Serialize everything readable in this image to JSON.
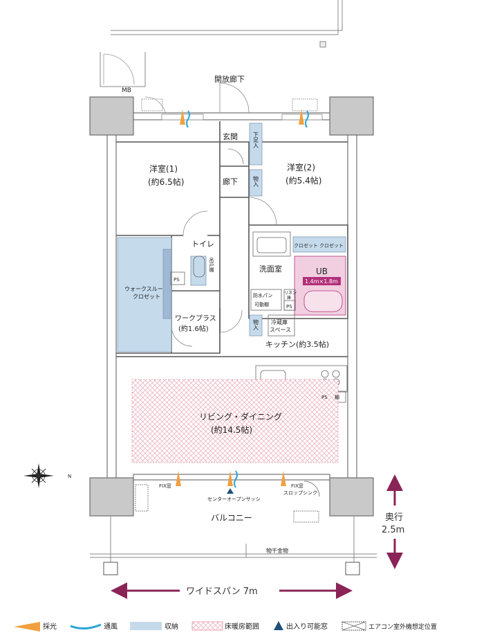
{
  "labels": {
    "corridor": "開放廊下",
    "mb": "MB",
    "entrance": "玄関",
    "shoe_storage": "下足入",
    "hallway": "廊下",
    "hall_storage": "物入",
    "room1_name": "洋室(1)",
    "room1_size": "(約6.5帖)",
    "room2_name": "洋室(2)",
    "room2_size": "(約5.4帖)",
    "closet_a": "クロゼット",
    "closet_b": "クロゼット",
    "toilet": "トイレ",
    "toilet_cabinet": "吊戸棚",
    "ps_toilet": "PS",
    "walk_through_closet_1": "ウォークスルー",
    "walk_through_closet_2": "クロゼット",
    "washroom": "洗面室",
    "ub": "UB",
    "ub_size": "1.4m×1.8m",
    "pan_1": "防水パン",
    "pan_2": "可動棚",
    "linen_1": "リネン",
    "linen_2": "庫",
    "ps_wash": "PS",
    "work_plus_1": "ワークプラス",
    "work_plus_2": "(約1.6帖)",
    "kitchen_storage": "物入",
    "fridge_1": "冷蔵庫",
    "fridge_2": "スペース",
    "kitchen": "キッチン(約3.5帖)",
    "ps_kitchen": "PS",
    "shelf": "棚",
    "living_1": "リビング・ダイニング",
    "living_2": "(約14.5帖)",
    "fix_left": "FIX窓",
    "center_sash": "センターオープンサッシ",
    "fix_right_1": "FIX窓",
    "fix_right_2": "スロップシンク",
    "balcony": "バルコニー",
    "laundry_hardware": "物干金物",
    "depth_1": "奥行",
    "depth_2": "2.5m",
    "wide_span": "ワイドスパン 7m",
    "north": "N"
  },
  "legend": [
    {
      "icon": "daylight-icon",
      "label": "採光"
    },
    {
      "icon": "ventilation-icon",
      "label": "通風"
    },
    {
      "icon": "storage-icon",
      "label": "収納"
    },
    {
      "icon": "floor-heating-icon",
      "label": "床暖房範囲"
    },
    {
      "icon": "entry-window-icon",
      "label": "出入り可能窓"
    },
    {
      "icon": "ac-unit-icon",
      "label": "エアコン室外機想定位置"
    }
  ],
  "colors": {
    "wall": "#c9c9c9",
    "wall_stroke": "#555555",
    "storage": "#c5dbec",
    "storage_dark": "#9fb8d3",
    "unit_bath": "#f1cfe0",
    "ub_label_bg": "#b3307a",
    "floor_heat": "#e7a5b6",
    "daylight": "#f0a040",
    "ventilation": "#2aa5d8",
    "accent": "#8a2457",
    "entry_marker": "#1d4f7a"
  }
}
